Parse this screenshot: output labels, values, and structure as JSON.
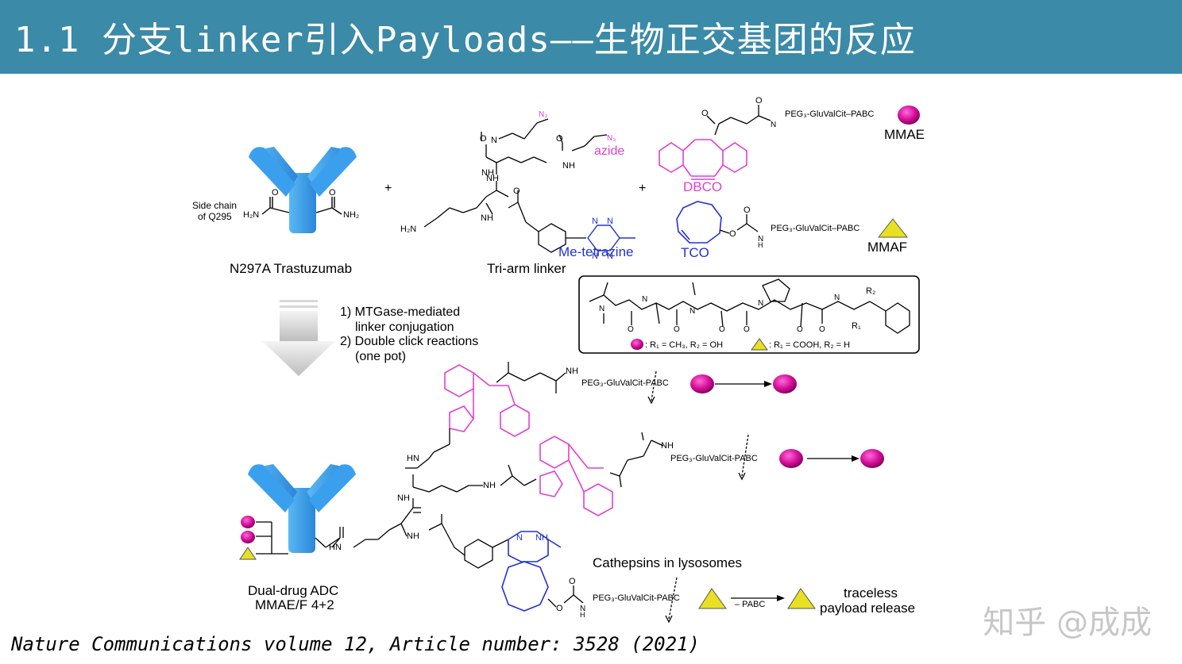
{
  "header": {
    "title": "1.1 分支linker引入Payloads——生物正交基团的反应"
  },
  "top": {
    "side_chain_line1": "Side chain",
    "side_chain_line2": "of Q295",
    "h2n": "H₂N",
    "nh2": "NH₂",
    "antibody_label": "N297A Trastuzumab",
    "plus1": "+",
    "plus2": "+",
    "linker_label": "Tri-arm linker",
    "n3_top": "N₃",
    "n3_mid": "N₃",
    "azide": "azide",
    "me_tetrazine": "Me-tetrazine",
    "tetrazine_n": "N",
    "amide_nh": "NH",
    "h2n_chain": "H₂N",
    "dbco": "DBCO",
    "tco": "TCO",
    "peg_chain_dbco": "PEG₃-GluValCit–PABC",
    "peg_chain_tco": "PEG₃-GluValCit–PABC",
    "mmae": "MMAE",
    "mmaf": "MMAF"
  },
  "steps": {
    "step1a": "1) MTGase-mediated",
    "step1b": "linker conjugation",
    "step2a": "2) Double click reactions",
    "step2b": "(one pot)"
  },
  "legend_box": {
    "r2": "R₂",
    "r1": "R₁",
    "circle_def": ": R₁ = CH₃, R₂ = OH",
    "triangle_def": ": R₁ = COOH, R₂ = H"
  },
  "bottom": {
    "peg_chain_1": "PEG₃-GluValCit-PABC",
    "peg_chain_2": "PEG₃-GluValCit-PABC",
    "peg_chain_3": "PEG₃-GluValCit-PABC",
    "nh_label": "NH",
    "hn_label": "HN",
    "n_label": "N",
    "cathepsins": "Cathepsins in lysosomes",
    "minus_pabc": "– PABC",
    "traceless_1": "traceless",
    "traceless_2": "payload release",
    "adc_label_1": "Dual-drug ADC",
    "adc_label_2": "MMAE/F 4+2"
  },
  "watermark": "知乎 @成成",
  "citation": "Nature Communications volume 12, Article number: 3528 (2021)",
  "colors": {
    "header_bg": "#3a8aa8",
    "antibody": "#3399e6",
    "dbco_pink": "#e040d0",
    "tetrazine_blue": "#2233cc",
    "mmae_magenta": "#d4109a",
    "mmaf_yellow": "#e8e020"
  }
}
